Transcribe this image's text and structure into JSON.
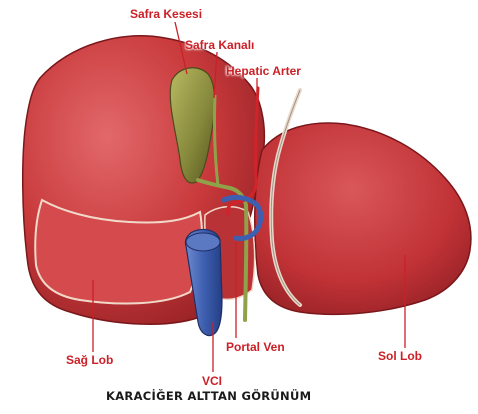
{
  "colors": {
    "liver": "#c8393b",
    "liver_dark": "#8e1e22",
    "liver_light": "#e06264",
    "gallbladder": "#8a8c3c",
    "vein": "#3e5fb0",
    "label": "#cc2027",
    "caption": "#1a1a1a"
  },
  "labels": {
    "safra_kesesi": "Safra Kesesi",
    "safra_kanali": "Safra Kanalı",
    "hepatic_arter": "Hepatic Arter",
    "sag_lob": "Sağ Lob",
    "portal_ven": "Portal Ven",
    "sol_lob": "Sol Lob",
    "vci": "VCI"
  },
  "caption": "KARACİĞER ALTTAN GÖRÜNÜM"
}
